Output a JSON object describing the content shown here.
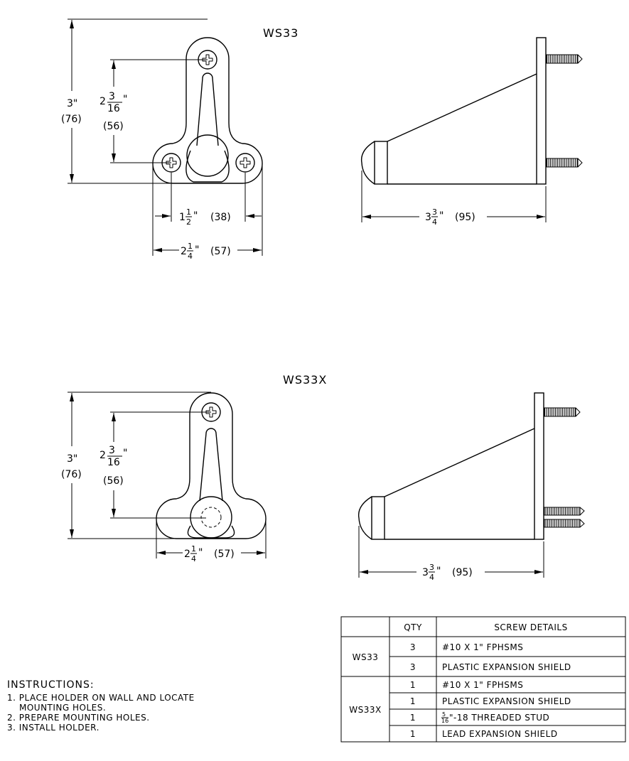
{
  "views": {
    "ws33": {
      "title": "WS33",
      "height": {
        "value": "3\"",
        "metric": "(76)"
      },
      "hole_spacing_v": {
        "whole": "2",
        "num": "3",
        "den": "16",
        "suffix": "\"",
        "metric": "(56)"
      },
      "hole_spacing_h": {
        "whole": "1",
        "num": "1",
        "den": "2",
        "suffix": "\"",
        "metric": "(38)"
      },
      "width": {
        "whole": "2",
        "num": "1",
        "den": "4",
        "suffix": "\"",
        "metric": "(57)"
      },
      "depth": {
        "whole": "3",
        "num": "3",
        "den": "4",
        "suffix": "\"",
        "metric": "(95)"
      }
    },
    "ws33x": {
      "title": "WS33X",
      "height": {
        "value": "3\"",
        "metric": "(76)"
      },
      "hole_spacing_v": {
        "whole": "2",
        "num": "3",
        "den": "16",
        "suffix": "\"",
        "metric": "(56)"
      },
      "width": {
        "whole": "2",
        "num": "1",
        "den": "4",
        "suffix": "\"",
        "metric": "(57)"
      },
      "depth": {
        "whole": "3",
        "num": "3",
        "den": "4",
        "suffix": "\"",
        "metric": "(95)"
      }
    }
  },
  "instructions": {
    "heading": "INSTRUCTIONS:",
    "lines": [
      "1. PLACE HOLDER ON WALL AND LOCATE",
      "   MOUNTING HOLES.",
      "2. PREPARE MOUNTING HOLES.",
      "3. INSTALL HOLDER."
    ]
  },
  "table": {
    "headers": [
      "",
      "QTY",
      "SCREW DETAILS"
    ],
    "groups": [
      {
        "model": "WS33",
        "rows": [
          {
            "qty": "3",
            "detail": "#10 X 1\" FPHSMS"
          },
          {
            "qty": "3",
            "detail": "PLASTIC EXPANSION SHIELD"
          }
        ]
      },
      {
        "model": "WS33X",
        "rows": [
          {
            "qty": "1",
            "detail": "#10 X 1\" FPHSMS"
          },
          {
            "qty": "1",
            "detail": "PLASTIC EXPANSION SHIELD"
          },
          {
            "qty": "1",
            "detail_num": "5",
            "detail_den": "16",
            "detail": "\"-18 THREADED STUD"
          },
          {
            "qty": "1",
            "detail": "LEAD EXPANSION SHIELD"
          }
        ]
      }
    ]
  }
}
